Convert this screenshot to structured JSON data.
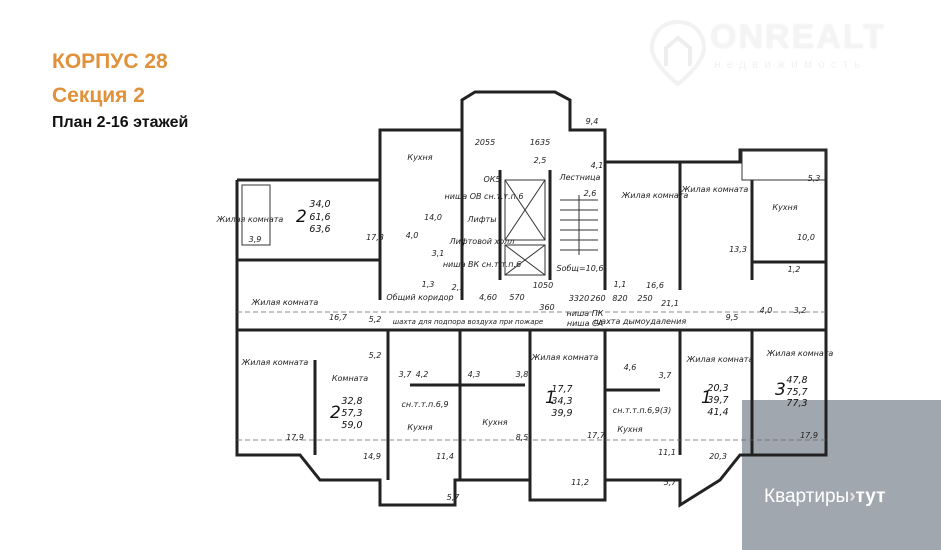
{
  "header": {
    "building": "КОРПУС 28",
    "section": "Секция 2",
    "floors": "План 2-16 этажей"
  },
  "watermark": {
    "brand": "ONREALT",
    "tagline": "недвижимость"
  },
  "badge": {
    "text": "Квартиры",
    "chevron": "›",
    "brand": "тут"
  },
  "apartments": [
    {
      "rooms": "2",
      "living": "34,0",
      "total": "61,6",
      "total_bal": "63,6"
    },
    {
      "rooms": "2",
      "living": "32,8",
      "total": "57,3",
      "total_bal": "59,0"
    },
    {
      "rooms": "1",
      "living": "17,7",
      "total": "34,3",
      "total_bal": "39,9"
    },
    {
      "rooms": "1",
      "living": "20,3",
      "total": "39,7",
      "total_bal": "41,4"
    },
    {
      "rooms": "3",
      "living": "47,8",
      "total": "75,7",
      "total_bal": "77,3"
    }
  ],
  "rooms": {
    "living": "Жилая комната",
    "room": "Комната",
    "kitchen": "Кухня",
    "stairs": "Лестница",
    "lifts": "Лифты",
    "lift_hall": "Лифтовой холл",
    "corridor": "Общий коридор",
    "shaft_air": "шахта для подпора воздуха при пожаре",
    "shaft_smoke": "шахта дымоудаления",
    "niche_pk": "ниша ПК",
    "niche_sa": "ниша СА",
    "niche_vk": "ниша ВК сн.т.т.п.6",
    "niche_ov": "ниша ОВ сн.т.т.п.6",
    "stair_area": "Sобщ=10,6",
    "note1": "сн.т.т.п.6,9",
    "note2": "сн.т.т.п.6,9(3)",
    "ok": "ОК5"
  },
  "areas": [
    "17,3",
    "14,0",
    "4,0",
    "3,1",
    "1,3",
    "16,7",
    "5,2",
    "3,9",
    "17,9",
    "14,9",
    "11,4",
    "5,7",
    "3,7",
    "4,2",
    "4,3",
    "3,8",
    "8,5",
    "17,7",
    "11,2",
    "4,6",
    "3,7",
    "11,1",
    "5,7",
    "20,3",
    "17,9",
    "16,6",
    "21,1",
    "9,5",
    "13,3",
    "10,0",
    "1,2",
    "4,0",
    "3,2",
    "5,3",
    "9,4",
    "4,1",
    "2,5",
    "2,6",
    "2,1",
    "1,1",
    "5,2"
  ],
  "dims": [
    "2055",
    "1635",
    "1050",
    "3320",
    "260",
    "820",
    "250",
    "570",
    "360",
    "4,60"
  ]
}
